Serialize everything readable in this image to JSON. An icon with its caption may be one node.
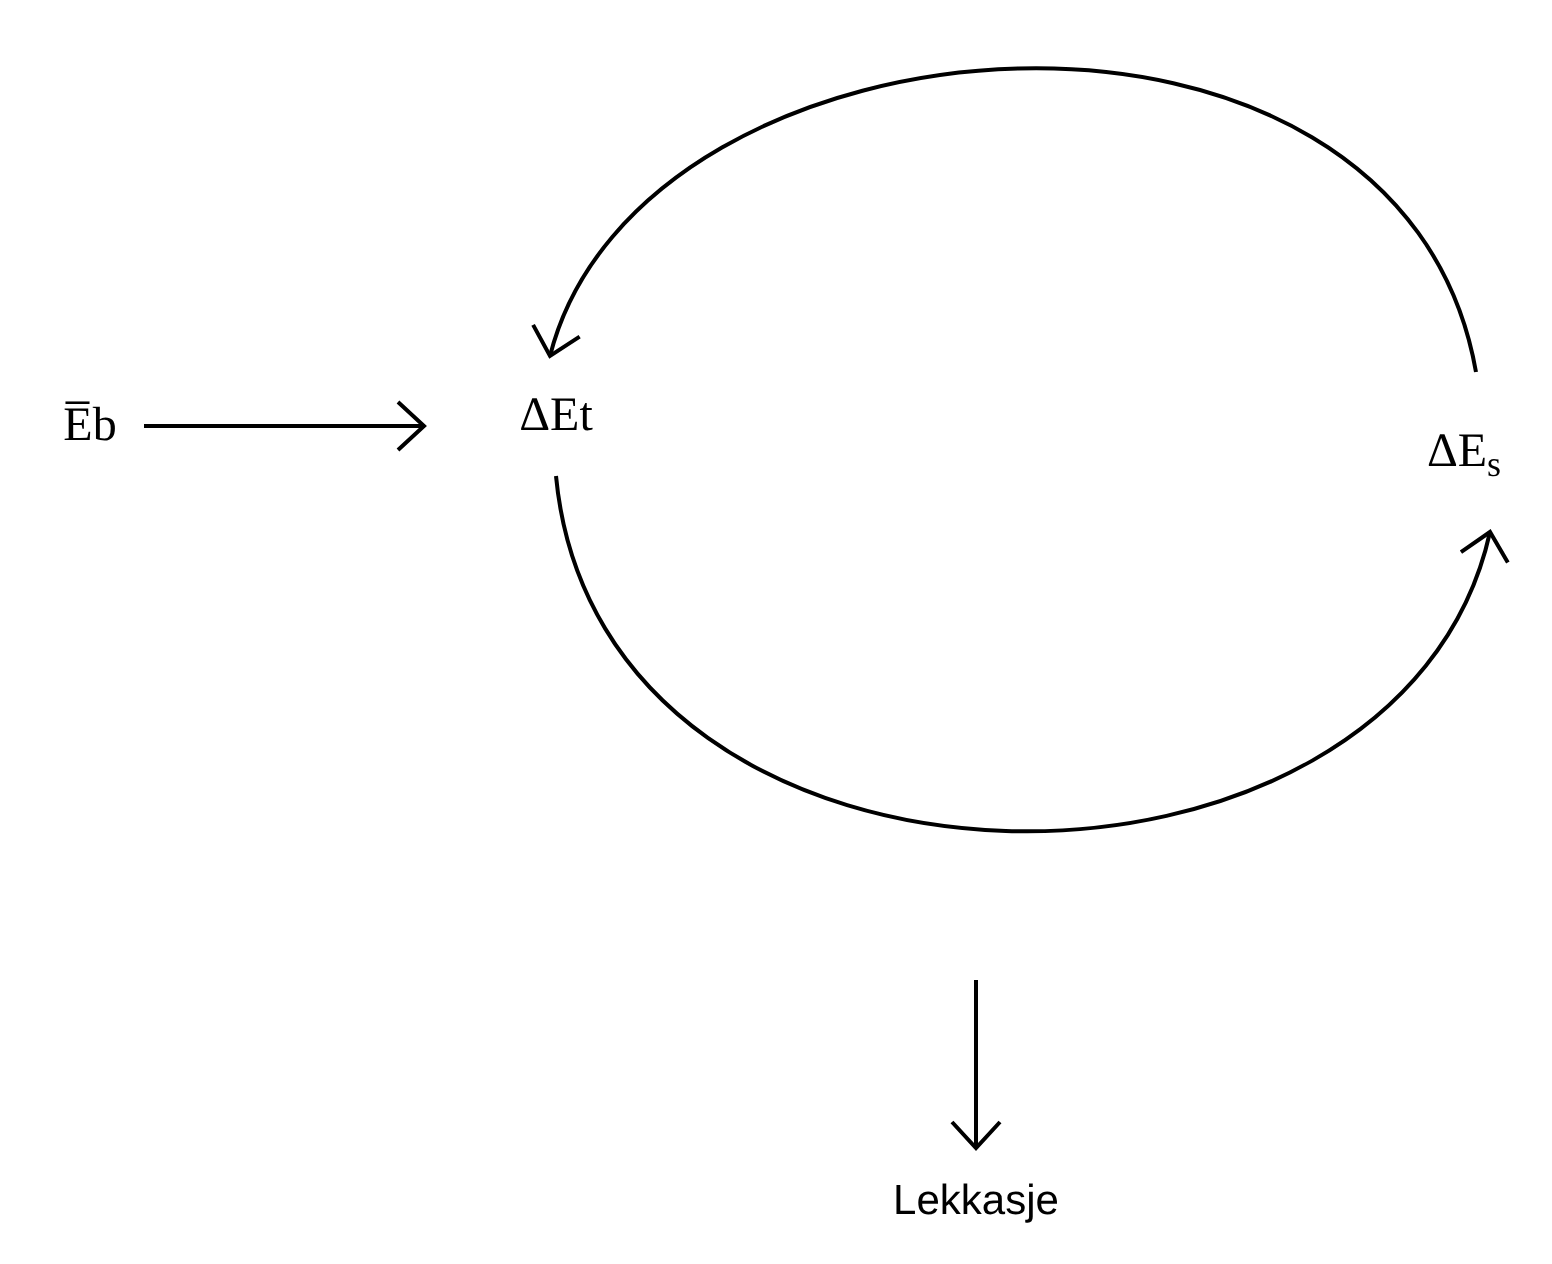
{
  "diagram": {
    "nodes": [
      {
        "text": [
          "E̅b"
        ]
      },
      {
        "text": [
          "ΔEt"
        ]
      },
      {
        "text": [
          "ΔE$_{s}$"
        ]
      },
      {
        "text": [
          "Lekkasje"
        ]
      }
    ],
    "edges": [
      {
        "from": 0,
        "to": 1,
        "arrow": "to"
      },
      {
        "from": 1,
        "to": 2,
        "arrow": "to"
      },
      {
        "from": 2,
        "to": 1,
        "arrow": "to"
      },
      {
        "from": null,
        "to": 3,
        "arrow": "to"
      }
    ]
  }
}
